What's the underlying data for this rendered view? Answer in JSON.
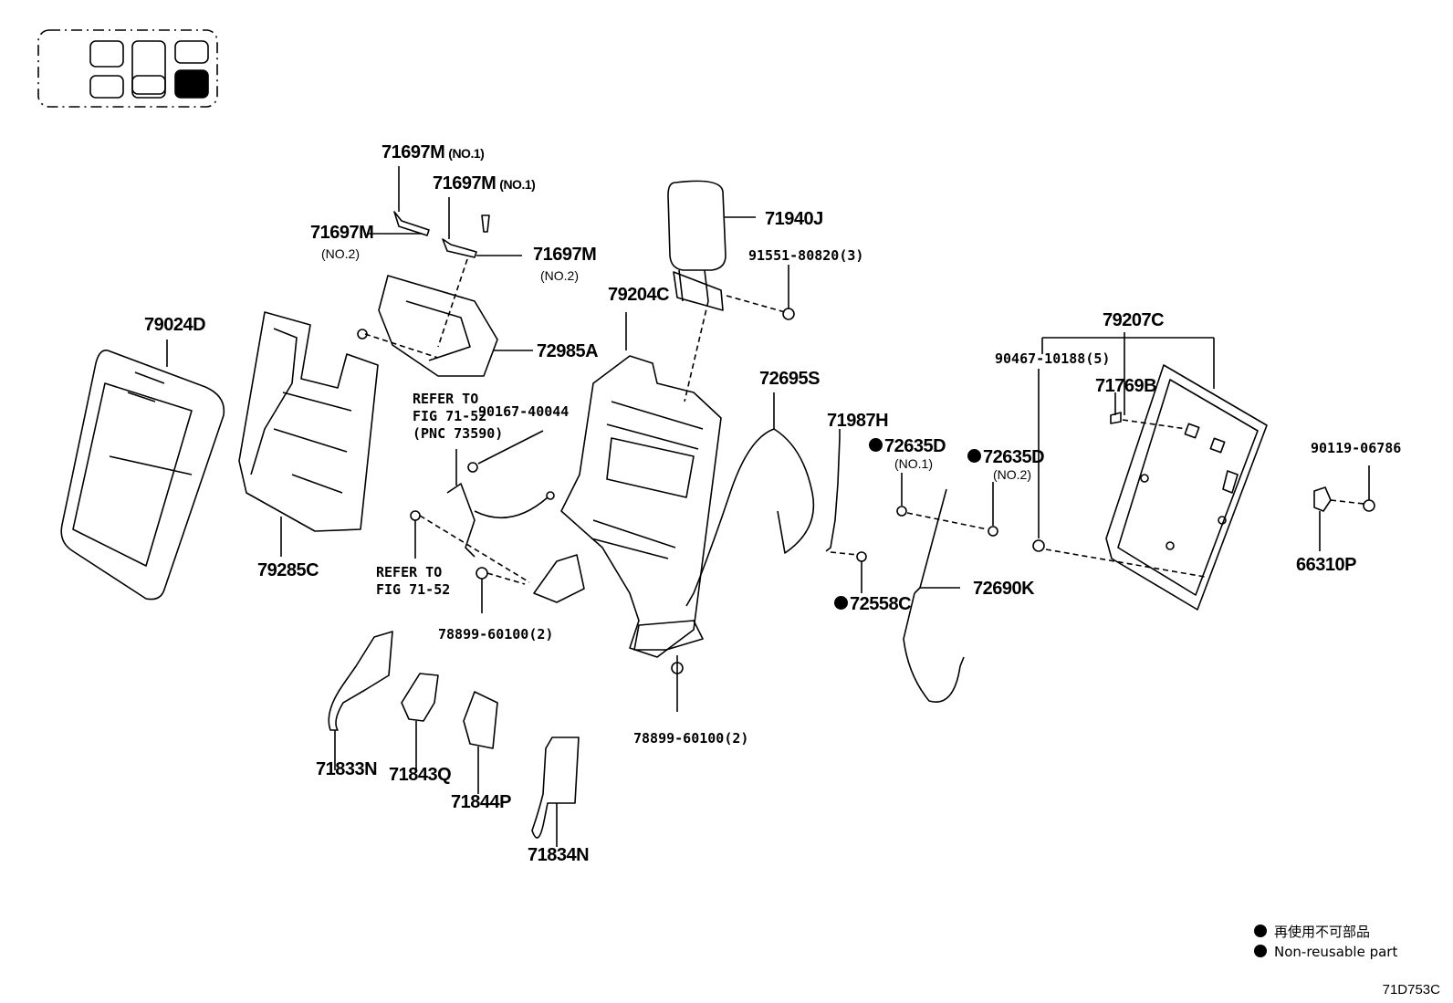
{
  "labels": {
    "p71697m_a": {
      "part": "71697M",
      "note": "(NO.1)"
    },
    "p71697m_b": {
      "part": "71697M",
      "note": "(NO.1)"
    },
    "p71697m_c": {
      "part": "71697M",
      "note": "(NO.2)"
    },
    "p71697m_d": {
      "part": "71697M",
      "note": "(NO.2)"
    },
    "p79024d": "79024D",
    "p72985a": "72985A",
    "p79285c": "79285C",
    "p71940j": "71940J",
    "p91551": "91551-80820(3)",
    "p79204c": "79204C",
    "p72695s": "72695S",
    "p71987h": "71987H",
    "p72635d_1": {
      "part": "72635D",
      "note": "(NO.1)"
    },
    "p72635d_2": {
      "part": "72635D",
      "note": "(NO.2)"
    },
    "p72558c": "72558C",
    "p72690k": "72690K",
    "p79207c": "79207C",
    "p90467": "90467-10188(5)",
    "p71769b": "71769B",
    "p90119": "90119-06786",
    "p66310p": "66310P",
    "p90167": "90167-40044",
    "p78899_a": "78899-60100(2)",
    "p78899_b": "78899-60100(2)",
    "p71833n": "71833N",
    "p71843q": "71843Q",
    "p71844p": "71844P",
    "p71834n": "71834N"
  },
  "refer1": {
    "line1": "REFER TO",
    "line2": "FIG 71-52",
    "line3": "(PNC 73590)"
  },
  "refer2": {
    "line1": "REFER TO",
    "line2": "FIG 71-52"
  },
  "legend": {
    "jp": "再使用不可部品",
    "en": "Non-reusable part"
  },
  "figure_code": "71D753C"
}
